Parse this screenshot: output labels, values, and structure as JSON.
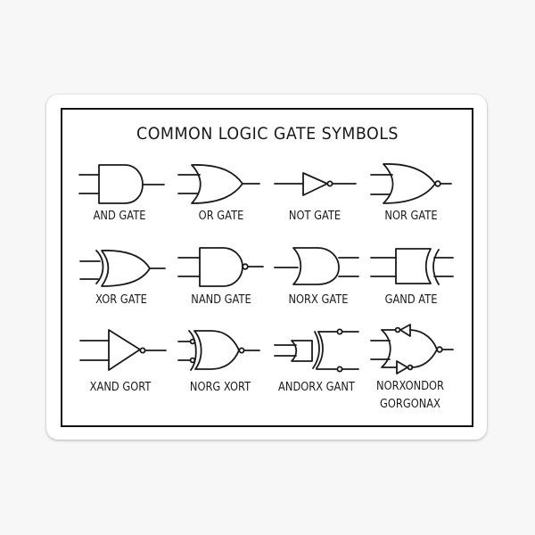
{
  "diagram": {
    "title": "COMMON LOGIC GATE SYMBOLS",
    "colors": {
      "background": "#f7f7f7",
      "sticker": "#ffffff",
      "ink": "#1a1a1a"
    },
    "gates": [
      {
        "row": 1,
        "col": 1,
        "label": "AND GATE",
        "symbol": "and"
      },
      {
        "row": 1,
        "col": 2,
        "label": "OR GATE",
        "symbol": "or"
      },
      {
        "row": 1,
        "col": 3,
        "label": "NOT GATE",
        "symbol": "not"
      },
      {
        "row": 1,
        "col": 4,
        "label": "NOR GATE",
        "symbol": "nor"
      },
      {
        "row": 2,
        "col": 1,
        "label": "XOR GATE",
        "symbol": "xor"
      },
      {
        "row": 2,
        "col": 2,
        "label": "NAND GATE",
        "symbol": "nand"
      },
      {
        "row": 2,
        "col": 3,
        "label": "NORX GATE",
        "symbol": "reversed-or"
      },
      {
        "row": 2,
        "col": 4,
        "label": "GAND ATE",
        "symbol": "box-with-xor-curve"
      },
      {
        "row": 3,
        "col": 1,
        "label": "XAND GORT",
        "symbol": "two-input-not"
      },
      {
        "row": 3,
        "col": 2,
        "label": "NORG XORT",
        "symbol": "xnor-with-inverted-inputs"
      },
      {
        "row": 3,
        "col": 3,
        "label": "ANDORX GANT",
        "symbol": "or-into-reversed-xor-split-outputs"
      },
      {
        "row": 3,
        "col": 4,
        "label_line1": "NORXONDOR",
        "label_line2": "GORGONAX",
        "symbol": "nor-with-not-loops"
      }
    ]
  }
}
